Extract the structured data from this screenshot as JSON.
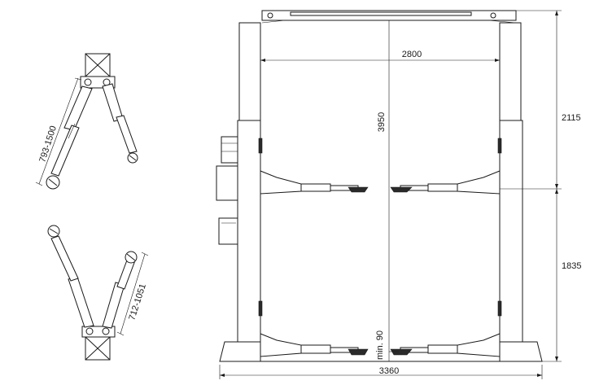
{
  "dimensions": {
    "arm_range_front": "793-1500",
    "arm_range_rear": "712-1051",
    "width_between_columns": "2800",
    "overall_height": "3950",
    "upper_height": "2115",
    "lower_height": "1835",
    "min_height": "min. 90",
    "overall_width": "3360"
  },
  "colors": {
    "line": "#1a1a1a",
    "background": "#ffffff"
  }
}
